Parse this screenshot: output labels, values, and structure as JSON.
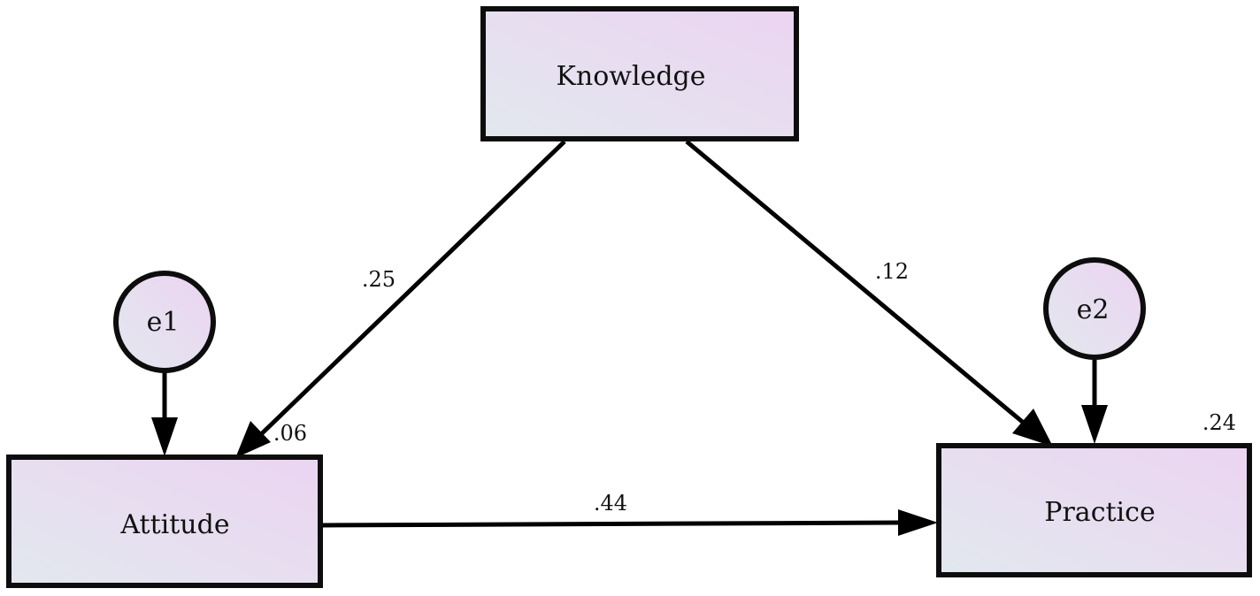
{
  "nodes": {
    "knowledge": "Knowledge",
    "attitude": "Attitude",
    "practice": "Practice",
    "e1": "e1",
    "e2": "e2"
  },
  "coefficients": {
    "knowledge_to_attitude": ".25",
    "knowledge_to_practice": ".12",
    "attitude_to_practice": ".44",
    "attitude_r2": ".06",
    "practice_r2": ".24"
  },
  "colors": {
    "box_fill_start": "#e2e8ee",
    "box_fill_end": "#ecd4f2",
    "stroke": "#000000"
  }
}
